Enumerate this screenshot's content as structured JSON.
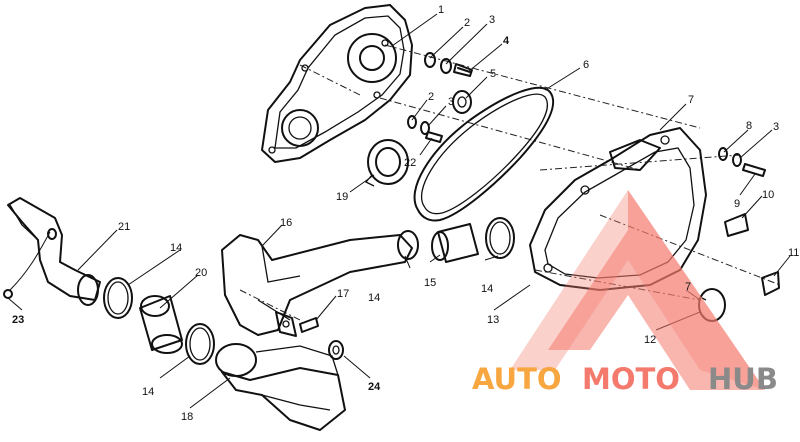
{
  "diagram": {
    "callouts": [
      {
        "id": "1",
        "text": "1",
        "bold": false
      },
      {
        "id": "2a",
        "text": "2",
        "bold": false
      },
      {
        "id": "3a",
        "text": "3",
        "bold": false
      },
      {
        "id": "4",
        "text": "4",
        "bold": true
      },
      {
        "id": "5",
        "text": "5",
        "bold": false
      },
      {
        "id": "2b",
        "text": "2",
        "bold": false
      },
      {
        "id": "3b",
        "text": "3",
        "bold": false
      },
      {
        "id": "22",
        "text": "22",
        "bold": false
      },
      {
        "id": "6",
        "text": "6",
        "bold": false
      },
      {
        "id": "7a",
        "text": "7",
        "bold": false
      },
      {
        "id": "8",
        "text": "8",
        "bold": false
      },
      {
        "id": "3c",
        "text": "3",
        "bold": false
      },
      {
        "id": "9",
        "text": "9",
        "bold": false
      },
      {
        "id": "10",
        "text": "10",
        "bold": false
      },
      {
        "id": "11",
        "text": "11",
        "bold": false
      },
      {
        "id": "19",
        "text": "19",
        "bold": false
      },
      {
        "id": "21",
        "text": "21",
        "bold": false
      },
      {
        "id": "16",
        "text": "16",
        "bold": false
      },
      {
        "id": "14a",
        "text": "14",
        "bold": false
      },
      {
        "id": "20",
        "text": "20",
        "bold": false
      },
      {
        "id": "17",
        "text": "17",
        "bold": false
      },
      {
        "id": "14b",
        "text": "14",
        "bold": false
      },
      {
        "id": "15",
        "text": "15",
        "bold": false
      },
      {
        "id": "14c",
        "text": "14",
        "bold": false
      },
      {
        "id": "13",
        "text": "13",
        "bold": false
      },
      {
        "id": "7b",
        "text": "7",
        "bold": false
      },
      {
        "id": "12",
        "text": "12",
        "bold": false
      },
      {
        "id": "23",
        "text": "23",
        "bold": true
      },
      {
        "id": "14d",
        "text": "14",
        "bold": false
      },
      {
        "id": "18",
        "text": "18",
        "bold": false
      },
      {
        "id": "24",
        "text": "24",
        "bold": true
      }
    ]
  },
  "watermark": {
    "word_1": "AUTO",
    "word_2": "MOTO",
    "word_3": "HUB",
    "colors": {
      "auto": "#f7a640",
      "moto": "#f47a6e",
      "hub": "#8a8a8a",
      "triangle": "#f47a6e"
    }
  }
}
